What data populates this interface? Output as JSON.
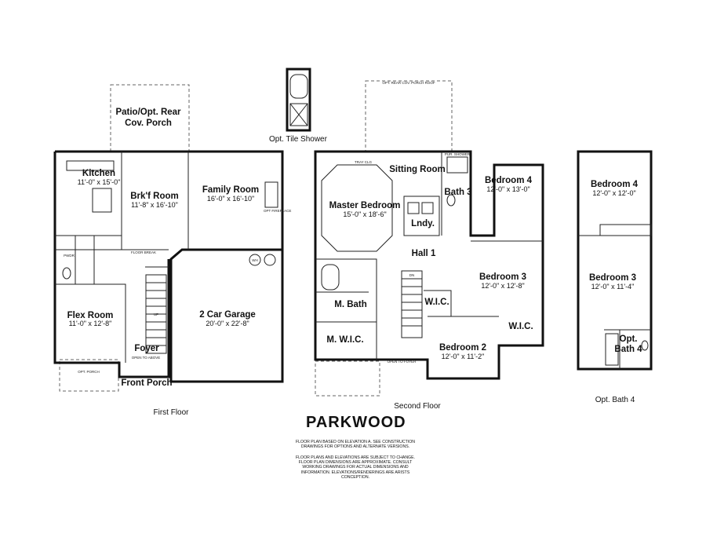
{
  "plan_name": "PARKWOOD",
  "floor_labels": {
    "first": "First Floor",
    "second": "Second Floor",
    "bath4": "Opt. Bath 4",
    "shower": "Opt. Tile Shower"
  },
  "notes": [
    "FLOOR PLAN BASED ON ELEVATION A. SEE CONSTRUCTION DRAWINGS FOR OPTIONS AND ALTERNATE VERSIONS.",
    "FLOOR PLANS AND ELEVATIONS ARE SUBJECT TO CHANGE. FLOOR PLAN DIMENSIONS ARE APPROXIMATE. CONSULT WORKING DRAWINGS FOR ACTUAL DIMENSIONS AND INFORMATION. ELEVATIONS/RENDERINGS ARE ARISTS CONCEPTION."
  ],
  "rooms": {
    "patio": {
      "name1": "Patio/Opt. Rear",
      "name2": "Cov. Porch"
    },
    "kitchen": {
      "name": "Kitchen",
      "dim": "11'-0\" x 15'-0\""
    },
    "brkf": {
      "name": "Brk'f Room",
      "dim": "11'-8\" x 16'-10\""
    },
    "family": {
      "name": "Family Room",
      "dim": "16'-0\" x 16'-10\""
    },
    "garage": {
      "name": "2 Car Garage",
      "dim": "20'-0\" x 22'-8\""
    },
    "flex": {
      "name": "Flex Room",
      "dim": "11'-0\" x 12'-8\""
    },
    "foyer": {
      "name": "Foyer"
    },
    "porch": {
      "name": "Front Porch"
    },
    "master": {
      "name": "Master Bedroom",
      "dim": "15'-0\" x 18'-6\""
    },
    "sitting": {
      "name": "Sitting Room"
    },
    "bath3": {
      "name": "Bath 3"
    },
    "lndy": {
      "name": "Lndy."
    },
    "bed4": {
      "name": "Bedroom 4",
      "dim": "12'-0\" x 13'-0\""
    },
    "hall": {
      "name": "Hall 1"
    },
    "bed3": {
      "name": "Bedroom 3",
      "dim": "12'-0\" x 12'-8\""
    },
    "mbath": {
      "name": "M. Bath"
    },
    "wic": {
      "name": "W.I.C."
    },
    "wic2": {
      "name": "W.I.C."
    },
    "mwic": {
      "name": "M. W.I.C."
    },
    "bed2": {
      "name": "Bedroom 2",
      "dim": "12'-0\" x 11'-2\""
    },
    "alt_bed4": {
      "name": "Bedroom 4",
      "dim": "12'-0\" x 12'-0\""
    },
    "alt_bed3": {
      "name": "Bedroom 3",
      "dim": "12'-0\" x 11'-4\""
    },
    "optbath": {
      "name1": "Opt.",
      "name2": "Bath 4"
    }
  },
  "small_notes": {
    "pwdr": "PWDR",
    "floor_break": "FLOOR BREAK",
    "opt_porch": "OPT. PORCH",
    "open_to_above": "OPEN TO ABOVE",
    "opt_fireplace": "OPT FIREPLACE",
    "tray_clg": "TRAY CLG",
    "opt_shower": "PUR. SHOWER",
    "open_to_foyer": "OPEN TO FOYER",
    "opt_rear_porch": "OPT. REAR COV. PORCH ROOF",
    "wh": "WH",
    "up": "UP",
    "dn": "DN"
  }
}
